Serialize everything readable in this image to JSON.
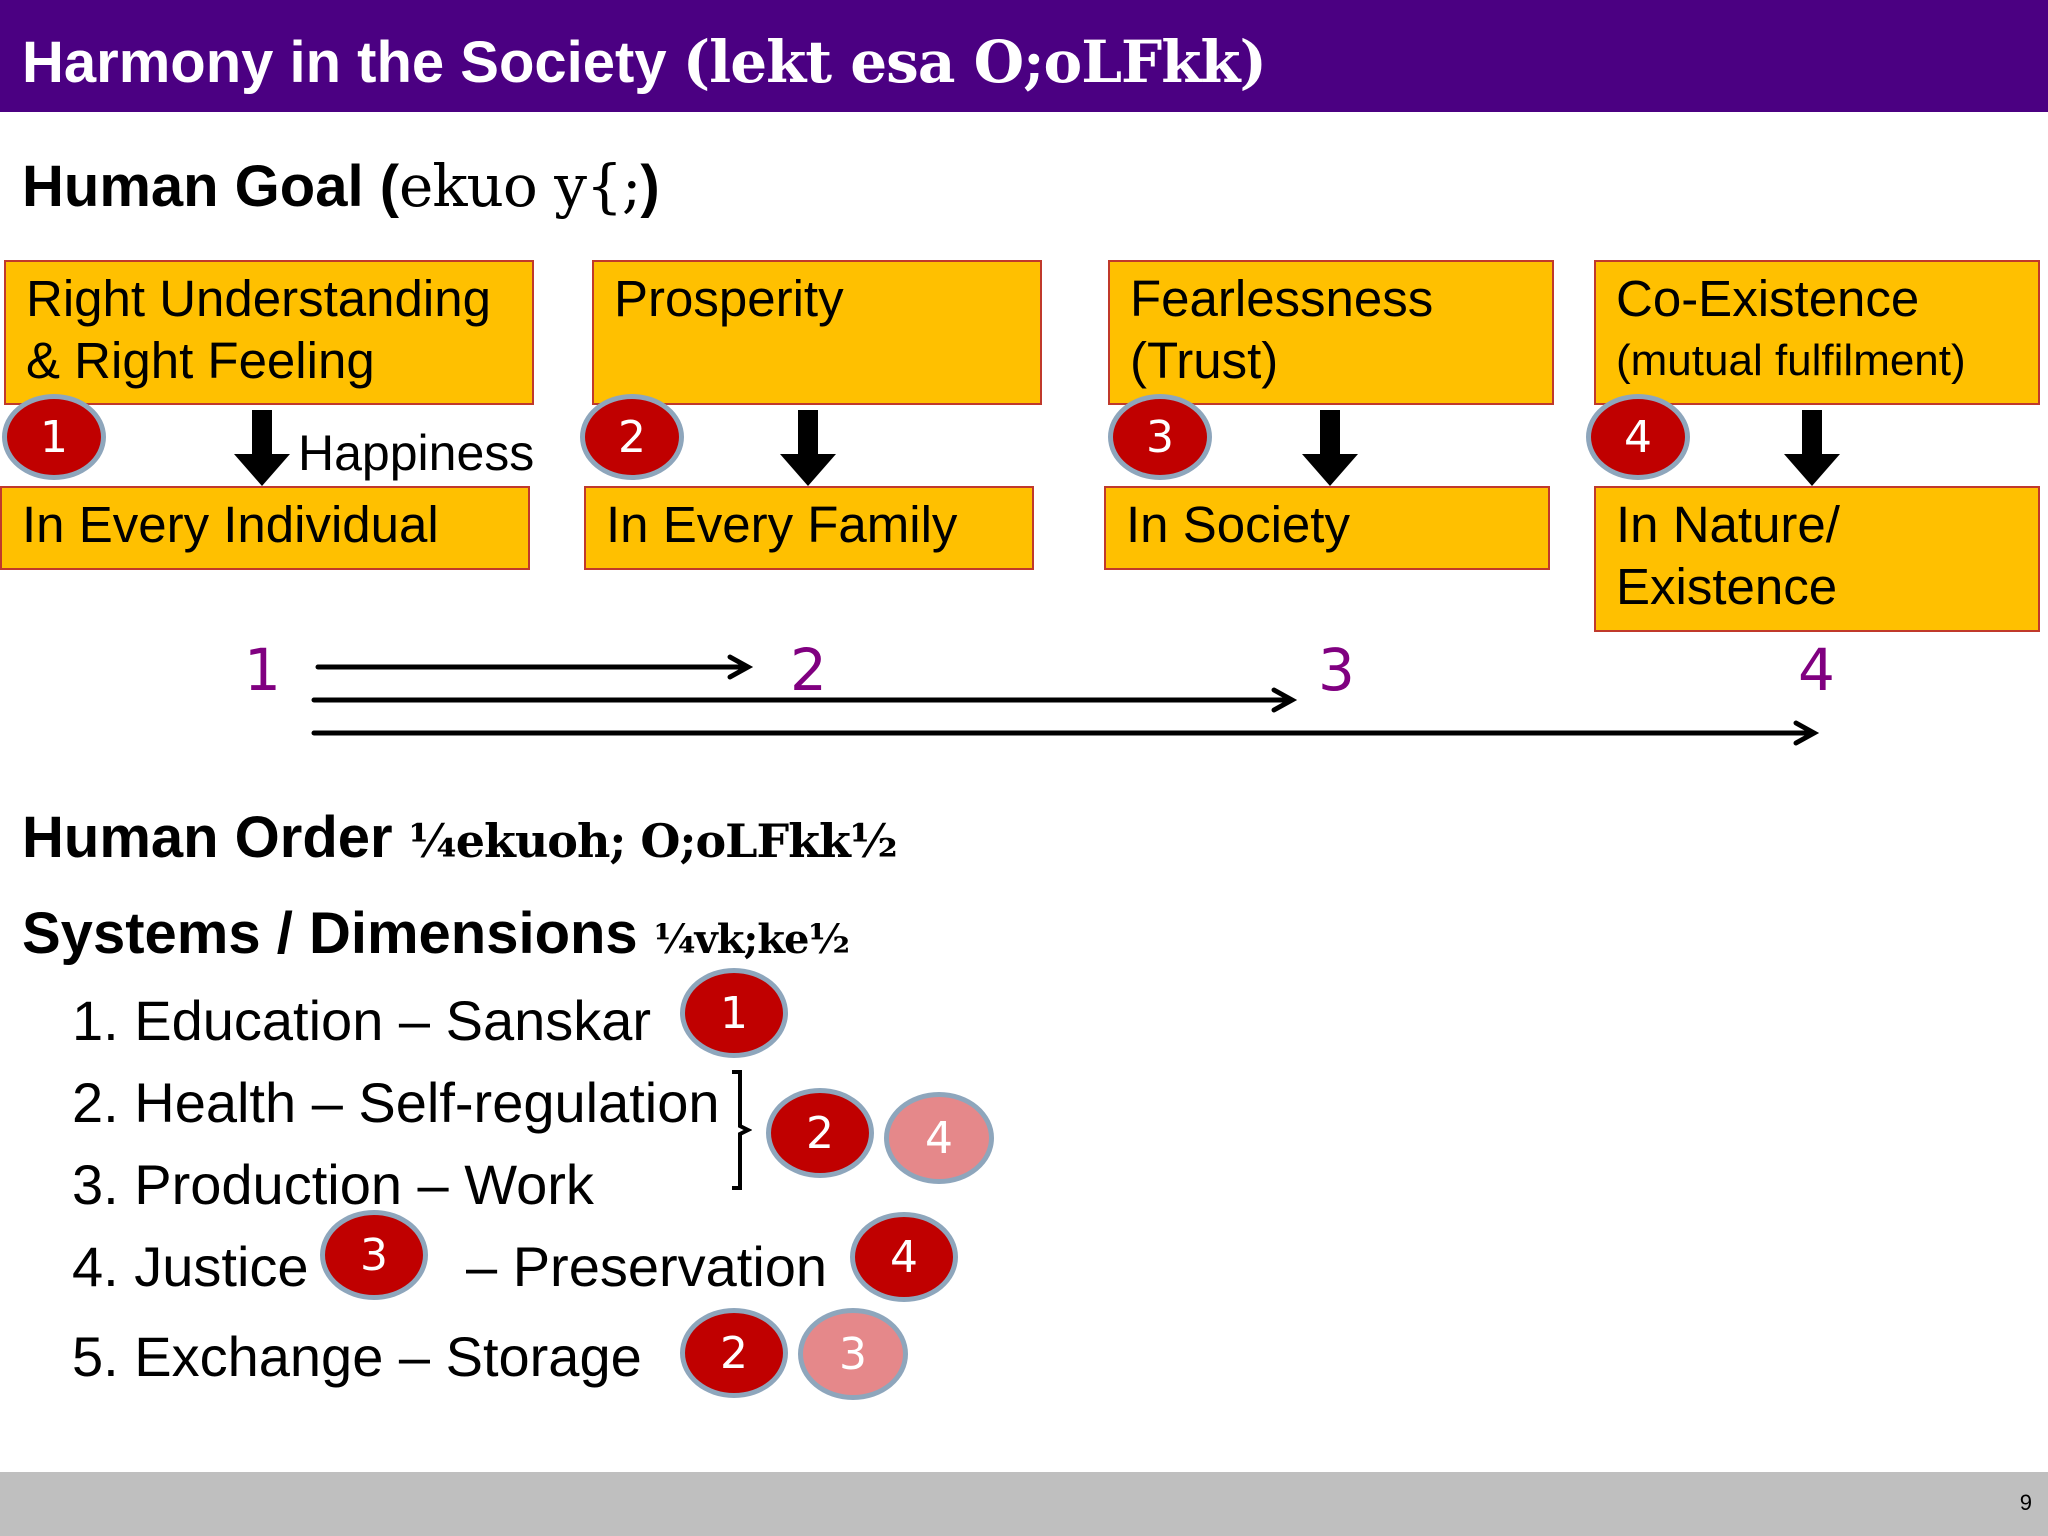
{
  "title": {
    "main": "Harmony in the Society",
    "hindi": "(lekt esa O;oLFkk)"
  },
  "goal_heading": {
    "main": "Human Goal (",
    "hindi": "ekuo y{;",
    "close": ")"
  },
  "goals": [
    {
      "top_l1": "Right Understanding",
      "top_l2": "& Right Feeling",
      "badge": "1",
      "bottom_l1": "In Every Individual",
      "bottom_l2": ""
    },
    {
      "top_l1": "Prosperity",
      "top_l2": "",
      "badge": "2",
      "bottom_l1": "In Every Family",
      "bottom_l2": ""
    },
    {
      "top_l1": "Fearlessness",
      "top_l2": "(Trust)",
      "badge": "3",
      "bottom_l1": "In Society",
      "bottom_l2": ""
    },
    {
      "top_l1": "Co-Existence",
      "top_l2": "(mutual fulfilment)",
      "badge": "4",
      "bottom_l1": "In Nature/",
      "bottom_l2": "Existence"
    }
  ],
  "happiness_label": "Happiness",
  "progression": [
    "1",
    "2",
    "3",
    "4"
  ],
  "order_heading": {
    "main": "Human Order ",
    "hindi": "¼ekuoh; O;oLFkk½"
  },
  "systems_heading": {
    "main": "Systems / Dimensions ",
    "hindi": "¼vk;ke½"
  },
  "systems": [
    {
      "text": "1. Education – Sanskar",
      "badges": [
        "1"
      ]
    },
    {
      "text": "2. Health – Self-regulation",
      "badges": []
    },
    {
      "text": "3. Production – Work",
      "badges": []
    },
    {
      "text_a": "4. Justice",
      "text_b": "– Preservation",
      "badges": [
        "3",
        "4"
      ]
    },
    {
      "text": "5. Exchange – Storage",
      "badges": [
        "2",
        "3"
      ]
    }
  ],
  "bracket_badges": [
    "2",
    "4"
  ],
  "page_number": "9",
  "colors": {
    "title_bar": "#4b0082",
    "box_fill": "#ffc000",
    "badge": "#c00000",
    "badge_light": "#e5888a",
    "numbers": "#800080",
    "footer": "#bfbfbf"
  }
}
